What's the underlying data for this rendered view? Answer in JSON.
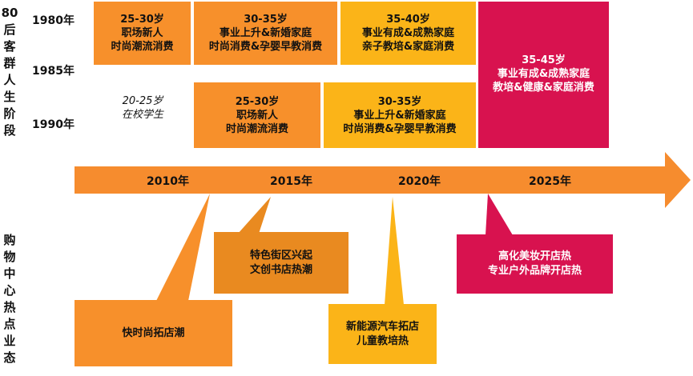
{
  "labels": {
    "post80": "80后客群人生阶段",
    "mall": "购物中心热点业态"
  },
  "years": {
    "y1980": "1980年",
    "y1985": "1985年",
    "y1990": "1990年"
  },
  "row1980": [
    {
      "age": "25-30岁",
      "l1": "职场新人",
      "l2": "时尚潮流消费"
    },
    {
      "age": "30-35岁",
      "l1": "事业上升&新婚家庭",
      "l2": "时尚消费&孕婴早教消费"
    },
    {
      "age": "35-40岁",
      "l1": "事业有成&成熟家庭",
      "l2": "亲子教培&家庭消费"
    }
  ],
  "big_box": {
    "age": "35-45岁",
    "l1": "事业有成&成熟家庭",
    "l2": "教培&健康&家庭消费"
  },
  "student": {
    "age": "20-25岁",
    "l1": "在校学生"
  },
  "row1990": [
    {
      "age": "25-30岁",
      "l1": "职场新人",
      "l2": "时尚潮流消费"
    },
    {
      "age": "30-35岁",
      "l1": "事业上升&新婚家庭",
      "l2": "时尚消费&孕婴早教消费"
    }
  ],
  "timeline": {
    "t2010": "2010年",
    "t2015": "2015年",
    "t2020": "2020年",
    "t2025": "2025年"
  },
  "hotspots": {
    "fast_fashion": "快时尚拓店潮",
    "street": {
      "l1": "特色街区兴起",
      "l2": "文创书店热潮"
    },
    "nev": {
      "l1": "新能源汽车拓店",
      "l2": "儿童教培热"
    },
    "beauty": {
      "l1": "高化美妆开店热",
      "l2": "专业户外品牌开店热"
    }
  },
  "colors": {
    "orange": "#F7902B",
    "amber": "#FBB418",
    "dark_orange": "#E98A20",
    "magenta": "#D8124F",
    "arrow": "#F68C2E"
  }
}
